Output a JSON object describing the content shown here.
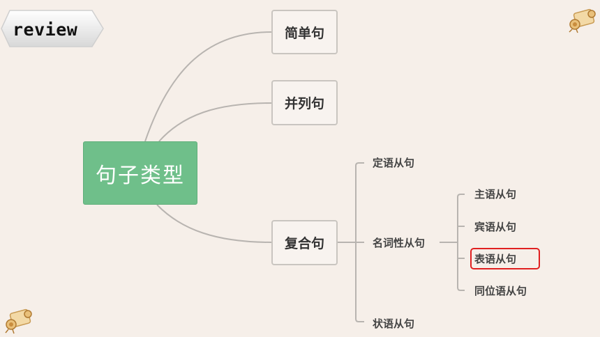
{
  "badge": {
    "label": "review"
  },
  "diagram": {
    "root": "句子类型",
    "branches": {
      "simple": "简单句",
      "compound": "并列句",
      "complex": "复合句"
    },
    "complex_children": {
      "attributive": "定语从句",
      "nominal": "名词性从句",
      "adverbial": "状语从句"
    },
    "nominal_children": {
      "subject": "主语从句",
      "object": "宾语从句",
      "predicative": "表语从句",
      "appositive": "同位语从句"
    },
    "highlighted": "表语从句"
  },
  "colors": {
    "background": "#f6efe9",
    "root_fill": "#6fbf8a",
    "highlight": "#e02020"
  }
}
